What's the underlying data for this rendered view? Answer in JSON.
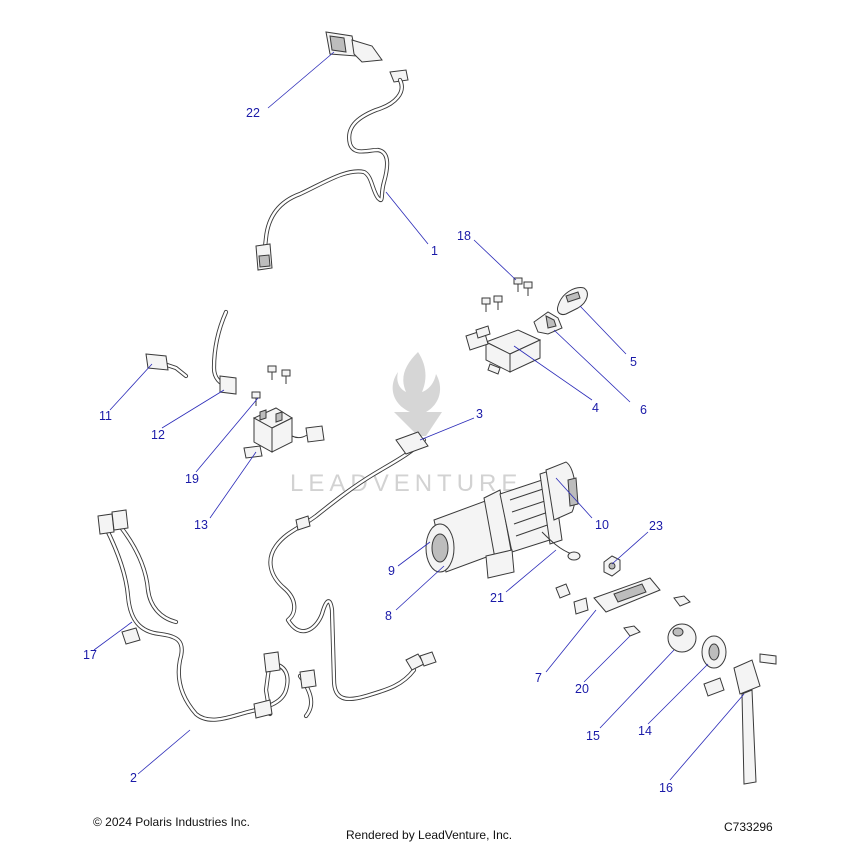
{
  "watermark": {
    "text": "LEADVENTURE"
  },
  "callouts": [
    {
      "id": "1",
      "label": "1"
    },
    {
      "id": "2",
      "label": "2"
    },
    {
      "id": "3",
      "label": "3"
    },
    {
      "id": "4",
      "label": "4"
    },
    {
      "id": "5",
      "label": "5"
    },
    {
      "id": "6",
      "label": "6"
    },
    {
      "id": "7",
      "label": "7"
    },
    {
      "id": "8",
      "label": "8"
    },
    {
      "id": "9",
      "label": "9"
    },
    {
      "id": "10",
      "label": "10"
    },
    {
      "id": "11",
      "label": "11"
    },
    {
      "id": "12",
      "label": "12"
    },
    {
      "id": "13",
      "label": "13"
    },
    {
      "id": "14",
      "label": "14"
    },
    {
      "id": "15",
      "label": "15"
    },
    {
      "id": "16",
      "label": "16"
    },
    {
      "id": "17",
      "label": "17"
    },
    {
      "id": "18",
      "label": "18"
    },
    {
      "id": "19",
      "label": "19"
    },
    {
      "id": "20",
      "label": "20"
    },
    {
      "id": "21",
      "label": "21"
    },
    {
      "id": "22",
      "label": "22"
    },
    {
      "id": "23",
      "label": "23"
    }
  ],
  "footer": {
    "copyright": "© 2024 Polaris Industries Inc.",
    "rendered_by": "Rendered by LeadVenture, Inc.",
    "diagram_code": "C733296"
  },
  "colors": {
    "callout": "#1a1aa8",
    "line": "#3a3a3a",
    "watermark": "#d6d6d6"
  }
}
